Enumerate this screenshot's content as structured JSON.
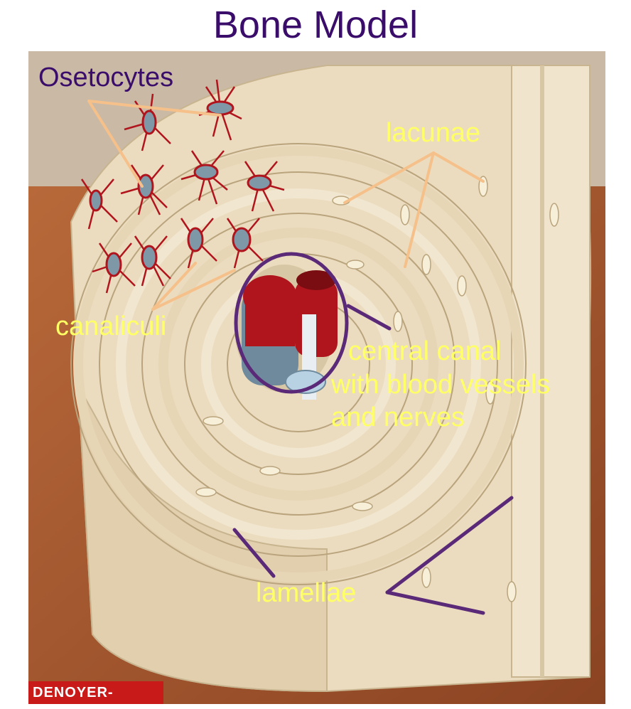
{
  "title": "Bone Model",
  "labels": {
    "osteocytes": "Osetocytes",
    "lacunae": "lacunae",
    "canaliculi": "canaliculi",
    "central_canal_lines": [
      "central canal",
      "with blood vessels",
      "and nerves"
    ],
    "lamellae": "lamellae"
  },
  "logo_text": "DENOYER-",
  "colors": {
    "title": "#3a0d6b",
    "label_yellow": "#ffff66",
    "label_purple": "#3a0d6b",
    "pointer_peach": "#f5c08a",
    "pointer_purple": "#5a2a78",
    "bone": "#ecdcbf",
    "wood": "#a0522d",
    "vessel_red": "#b0141c",
    "vessel_blue": "#6f8a9c"
  }
}
